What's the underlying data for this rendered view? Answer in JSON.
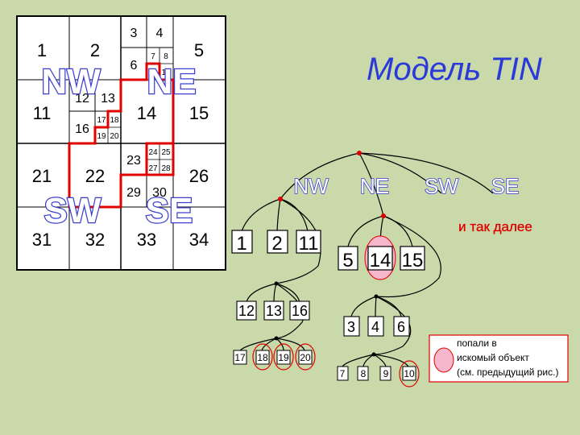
{
  "title": "Модель TIN",
  "grid": {
    "cells": {
      "c1": "1",
      "c2": "2",
      "c3": "3",
      "c4": "4",
      "c5": "5",
      "c6": "6",
      "c7": "7",
      "c8": "8",
      "c9": "9",
      "c10": "10",
      "c11": "11",
      "c12": "12",
      "c13": "13",
      "c14": "14",
      "c15": "15",
      "c16": "16",
      "c17": "17",
      "c18": "18",
      "c19": "19",
      "c20": "20",
      "c21": "21",
      "c22": "22",
      "c23": "23",
      "c24": "24",
      "c25": "25",
      "c26": "26",
      "c27": "27",
      "c28": "28",
      "c29": "29",
      "c30": "30",
      "c31": "31",
      "c32": "32",
      "c33": "33",
      "c34": "34"
    },
    "quadrants": {
      "nw": "NW",
      "ne": "NE",
      "sw": "SW",
      "se": "SE"
    }
  },
  "tree": {
    "branch_labels": {
      "nw": "NW",
      "ne": "NE",
      "sw": "SW",
      "se": "SE"
    },
    "etc": "и так далее",
    "nodes": {
      "n1": "1",
      "n2": "2",
      "n11": "11",
      "n5": "5",
      "n14": "14",
      "n15": "15",
      "n12": "12",
      "n13": "13",
      "n16": "16",
      "n3": "3",
      "n4": "4",
      "n6": "6",
      "n17": "17",
      "n18": "18",
      "n19": "19",
      "n20": "20",
      "n7": "7",
      "n8": "8",
      "n9": "9",
      "n10": "10"
    }
  },
  "legend": {
    "line1": "попали в",
    "line2": "искомый объект",
    "line3": "(см. предыдущий рис.)"
  },
  "colors": {
    "background": "#c9d9a9",
    "grid_bg": "#ffffff",
    "path": "#e00000",
    "quadrant_text": "#3b3fd0",
    "title": "#2a3ad8",
    "highlight": "#f6b6cb",
    "etc_text": "#e00000"
  }
}
